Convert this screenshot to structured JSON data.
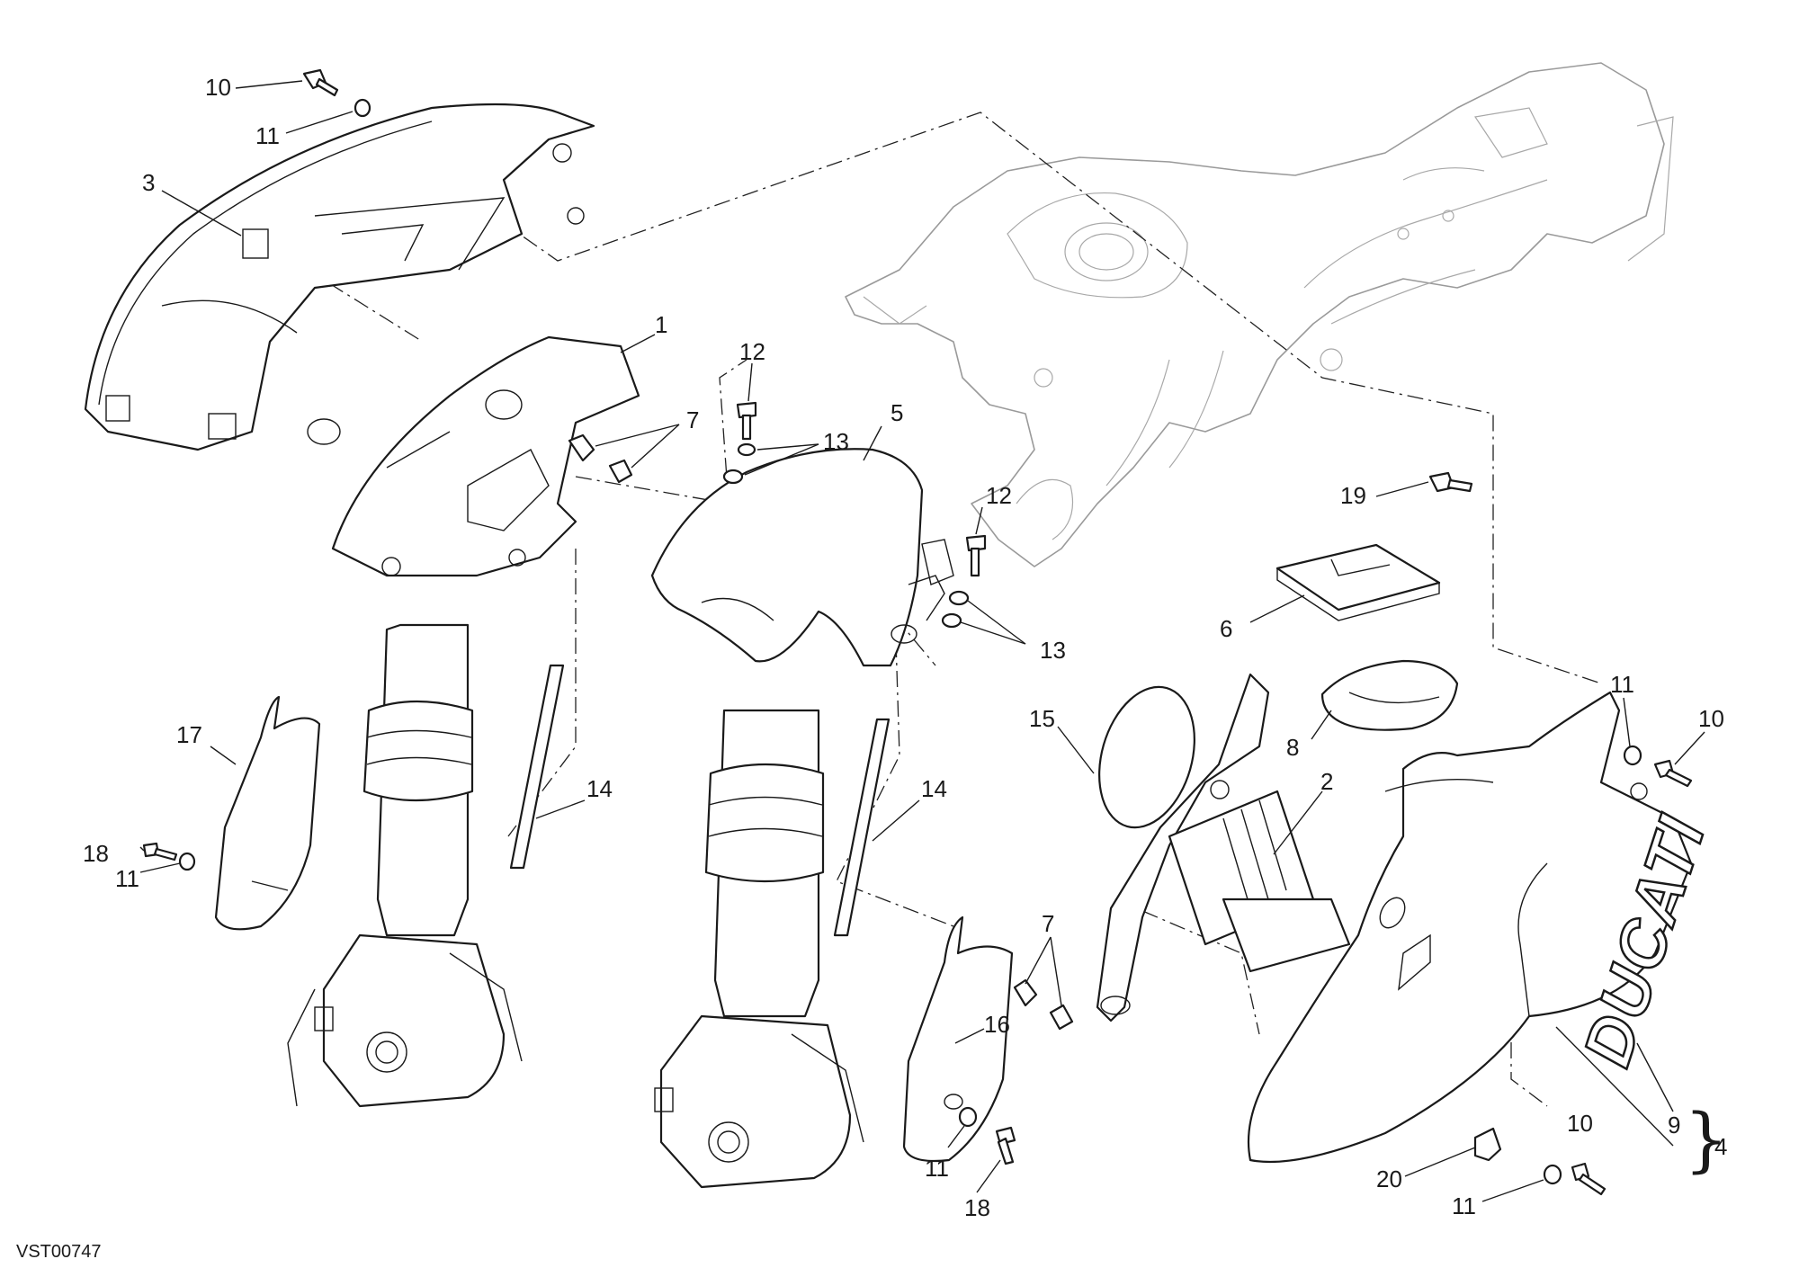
{
  "figure_code": "VST00747",
  "brand_text": "DUCATI",
  "brace_symbol": "}",
  "callouts": {
    "c10_top": "10",
    "c11_top": "11",
    "c3": "3",
    "c1": "1",
    "c7_left": "7",
    "c12_top": "12",
    "c13_top": "13",
    "c5": "5",
    "c12_mid": "12",
    "c13_mid": "13",
    "c19": "19",
    "c6": "6",
    "c17": "17",
    "c18_left": "18",
    "c11_left": "11",
    "c14_left": "14",
    "c14_right": "14",
    "c15": "15",
    "c8": "8",
    "c2": "2",
    "c11_right": "11",
    "c10_right": "10",
    "c7_mid": "7",
    "c16": "16",
    "c11_bottom_mid": "11",
    "c18_bottom": "18",
    "c9": "9",
    "c4": "4",
    "c10_bottom": "10",
    "c20": "20",
    "c11_bottom_right": "11"
  }
}
